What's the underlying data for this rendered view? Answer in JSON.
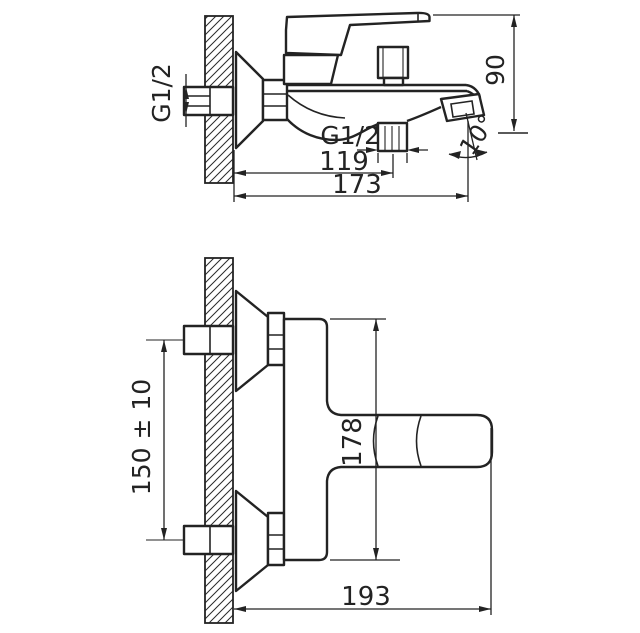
{
  "drawing": {
    "line_color": "#232323",
    "background": "#ffffff",
    "side_view": {
      "labels": {
        "inlet_thread": "G1/2",
        "height_to_spout": "90",
        "outlet_thread": "G1/2",
        "wall_to_outlet": "119",
        "wall_to_tip": "173",
        "spout_angle": "10°"
      }
    },
    "front_view": {
      "labels": {
        "inlet_spacing": "150 ± 10",
        "body_span": "178",
        "overall_reach": "193"
      }
    }
  }
}
